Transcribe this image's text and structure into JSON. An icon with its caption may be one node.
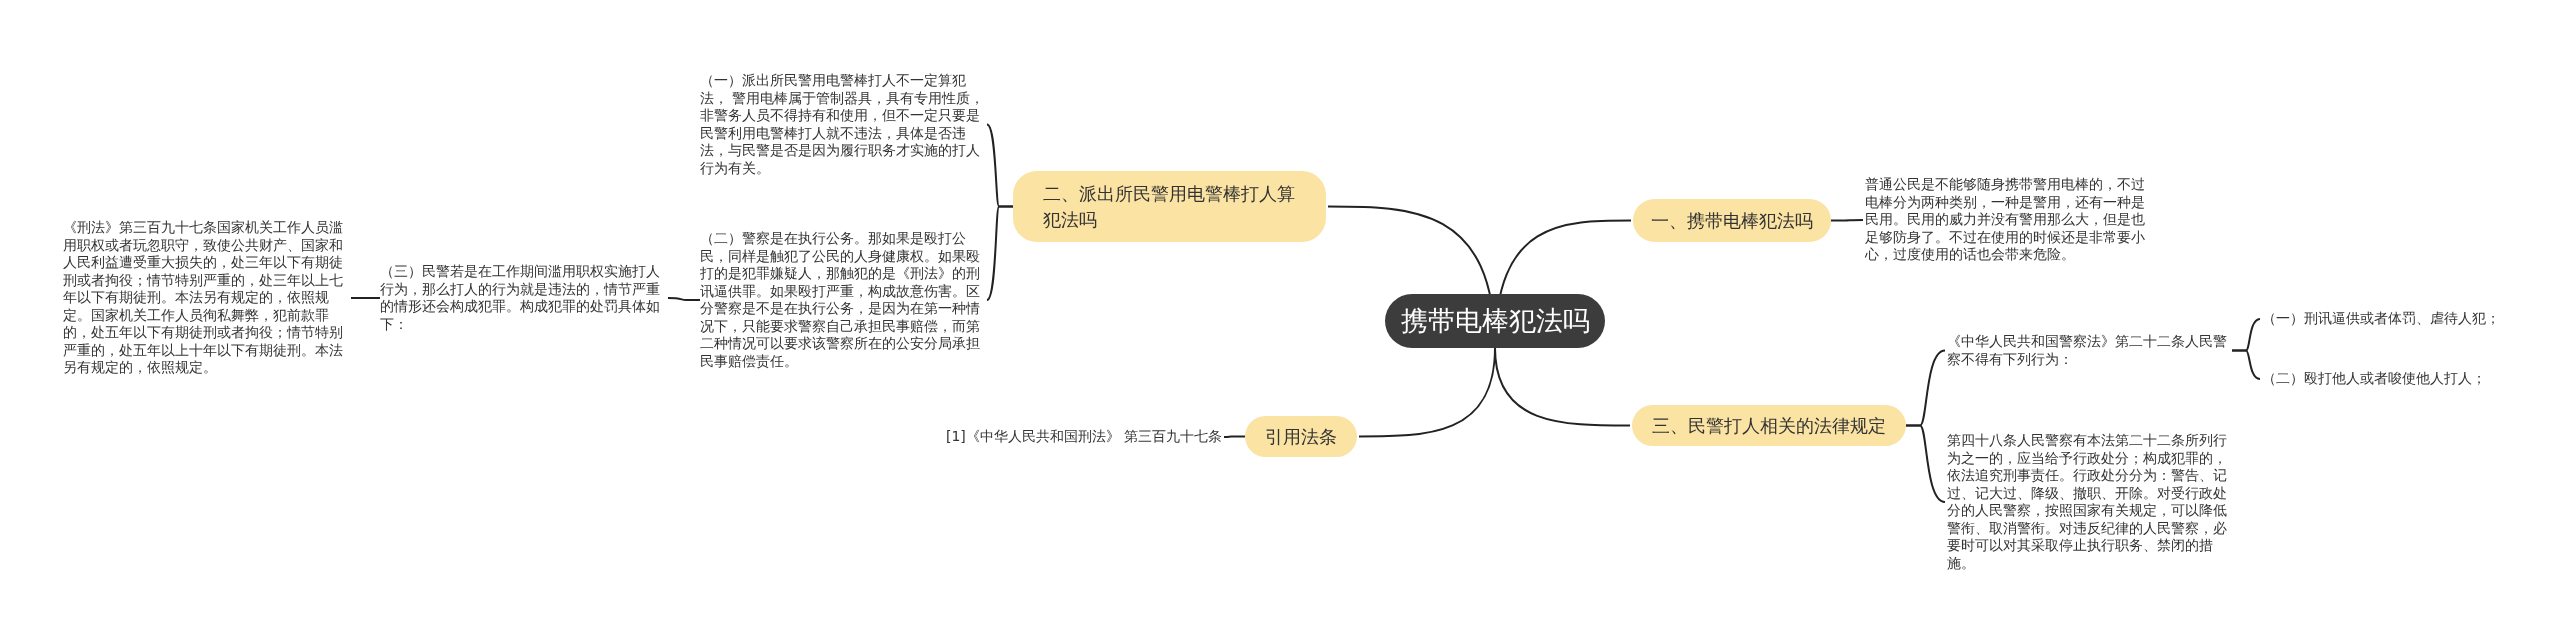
{
  "diagram": {
    "nodes": [
      {
        "text": [
          "携带电棒犯法吗"
        ]
      },
      {
        "text": [
          "一、携带电棒犯法吗"
        ]
      },
      {
        "text": [
          "普通公民是不能够随身携带警用电棒的，不过电棒分为两种类别，一种是警用，还有一种是民用。民用的威力并没有警用那么大，但是也足够防身了。不过在使用的时候还是非常要小心，过度使用的话也会带来危险。"
        ]
      },
      {
        "text": [
          "二、派出所民警用电警棒打人算犯法吗"
        ]
      },
      {
        "text": [
          "（一）派出所民警用电警棒打人不一定算犯法， 警用电棒属于管制器具，具有专用性质，非警务人员不得持有和使用，但不一定只要是民警利用电警棒打人就不违法，具体是否违法，与民警是否是因为履行职务才实施的打人行为有关。"
        ]
      },
      {
        "text": [
          "（二）警察是在执行公务。那如果是殴打公民，同样是触犯了公民的人身健康权。如果殴打的是犯罪嫌疑人，那触犯的是《刑法》的刑讯逼供罪。如果殴打严重，构成故意伤害。区分警察是不是在执行公务，是因为在第一种情况下，只能要求警察自己承担民事赔偿，而第二种情况可以要求该警察所在的公安分局承担民事赔偿责任。"
        ]
      },
      {
        "text": [
          "（三）民警若是在工作期间滥用职权实施打人行为，那么打人的行为就是违法的，情节严重的情形还会构成犯罪。构成犯罪的处罚具体如下："
        ]
      },
      {
        "text": [
          "《刑法》第三百九十七条国家机关工作人员滥用职权或者玩忽职守，致使公共财产、国家和人民利益遭受重大损失的，处三年以下有期徒刑或者拘役；情节特别严重的，处三年以上七年以下有期徒刑。本法另有规定的，依照规定。国家机关工作人员徇私舞弊，犯前款罪的，处五年以下有期徒刑或者拘役；情节特别严重的，处五年以上十年以下有期徒刑。本法另有规定的，依照规定。"
        ]
      },
      {
        "text": [
          "三、民警打人相关的法律规定"
        ]
      },
      {
        "text": [
          "《中华人民共和国警察法》第二十二条人民警察不得有下列行为："
        ]
      },
      {
        "text": [
          "（一）刑讯逼供或者体罚、虐待人犯；"
        ]
      },
      {
        "text": [
          "（二）殴打他人或者唆使他人打人；"
        ]
      },
      {
        "text": [
          "第四十八条人民警察有本法第二十二条所列行为之一的，应当给予行政处分；构成犯罪的，依法追究刑事责任。行政处分分为：警告、记过、记大过、降级、撤职、开除。对受行政处分的人民警察，按照国家有关规定，可以降低警衔、取消警衔。对违反纪律的人民警察，必要时可以对其采取停止执行职务、禁闭的措施。"
        ]
      },
      {
        "text": [
          "引用法条"
        ]
      },
      {
        "text": [
          "[1]《中华人民共和国刑法》 第三百九十七条"
        ]
      }
    ],
    "edges": [
      {
        "from": 0,
        "to": 1,
        "arrow": "none"
      },
      {
        "from": 1,
        "to": 2,
        "arrow": "none"
      },
      {
        "from": 0,
        "to": 3,
        "arrow": "none"
      },
      {
        "from": 3,
        "to": 4,
        "arrow": "none"
      },
      {
        "from": 3,
        "to": 5,
        "arrow": "none"
      },
      {
        "from": 5,
        "to": 6,
        "arrow": "none"
      },
      {
        "from": 6,
        "to": 7,
        "arrow": "none"
      },
      {
        "from": 0,
        "to": 8,
        "arrow": "none"
      },
      {
        "from": 8,
        "to": 9,
        "arrow": "none"
      },
      {
        "from": 8,
        "to": 12,
        "arrow": "none"
      },
      {
        "from": 9,
        "to": 10,
        "arrow": "none"
      },
      {
        "from": 9,
        "to": 11,
        "arrow": "none"
      },
      {
        "from": 0,
        "to": 13,
        "arrow": "none"
      },
      {
        "from": 13,
        "to": 14,
        "arrow": "none"
      }
    ]
  }
}
